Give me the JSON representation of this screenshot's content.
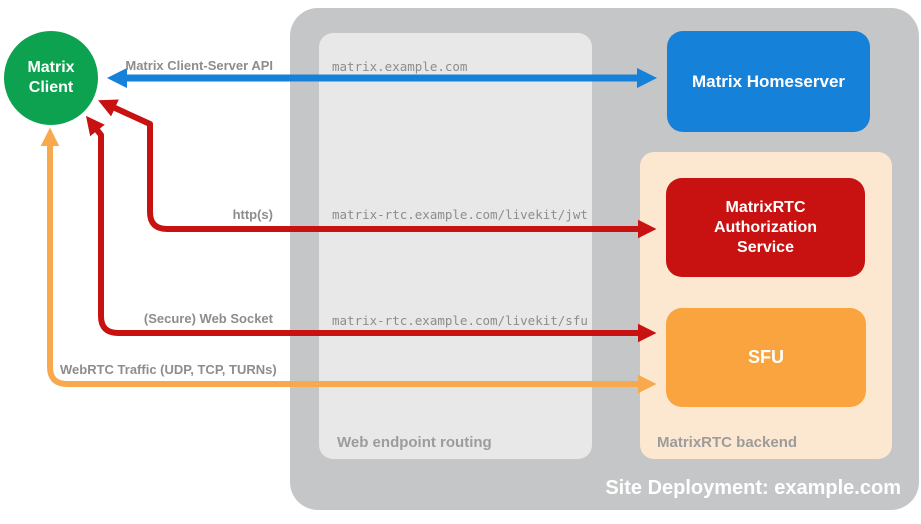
{
  "colors": {
    "green": "#0da24f",
    "blue": "#1581d8",
    "red": "#c81111",
    "orange": "#f9a43e",
    "orange_arrow": "#f9a94d",
    "gray_outer": "#c5c6c7",
    "gray_inner": "#e8e8e8",
    "peach": "#fce8d0",
    "label_gray": "#8d8d8d",
    "zone_gray": "#9c9c9c",
    "white": "#ffffff"
  },
  "nodes": {
    "client": {
      "label": "Matrix Client"
    },
    "homeserver": {
      "label": "Matrix Homeserver"
    },
    "auth": {
      "label": "MatrixRTC Authorization Service"
    },
    "sfu": {
      "label": "SFU"
    }
  },
  "zones": {
    "routing_label": "Web endpoint routing",
    "backend_label": "MatrixRTC backend",
    "deployment_label": "Site Deployment: example.com"
  },
  "edges": [
    {
      "label": "Matrix Client-Server API",
      "route": "matrix.example.com"
    },
    {
      "label": "http(s)",
      "route": "matrix-rtc.example.com/livekit/jwt"
    },
    {
      "label": "(Secure) Web Socket",
      "route": "matrix-rtc.example.com/livekit/sfu"
    },
    {
      "label": "WebRTC Traffic (UDP, TCP, TURNs)",
      "route": ""
    }
  ]
}
